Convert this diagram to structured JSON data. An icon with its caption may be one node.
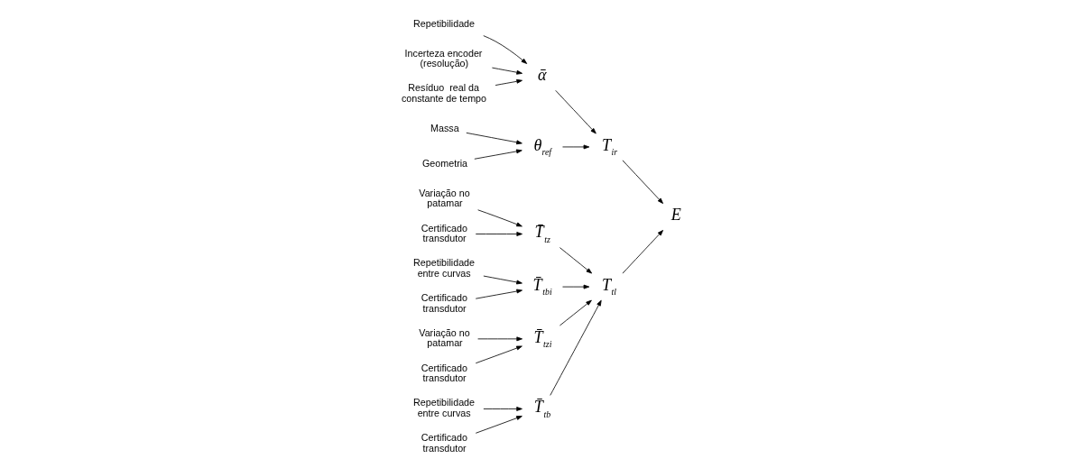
{
  "diagram": {
    "nodes": [
      {
        "text": [
          "T̄$_{tb}$"
        ]
      },
      {
        "text": [
          "Repetibilidade entre curvas"
        ]
      },
      {
        "text": [
          "Certificado transdutor"
        ]
      },
      {
        "text": [
          "T̄$_{tz}$"
        ]
      },
      {
        "text": [
          "Variação no patamar"
        ]
      },
      {
        "text": [
          "Certificado transdutor"
        ]
      },
      {
        "text": [
          "T̄$_{tbi}$"
        ]
      },
      {
        "text": [
          "Repetibilidade entre curvas"
        ]
      },
      {
        "text": [
          "Certificado transdutor"
        ]
      },
      {
        "text": [
          "T̄$_{tzi}$"
        ]
      },
      {
        "text": [
          "Variação no patamar"
        ]
      },
      {
        "text": [
          "Certificado transdutor"
        ]
      },
      {
        "text": [
          "T$_{tl}$"
        ]
      },
      {
        "text": [
          "E"
        ]
      },
      {
        "text": [
          "T$_{ir}$"
        ]
      },
      {
        "text": [
          "ᾱ"
        ]
      },
      {
        "text": [
          "Repetibilidade"
        ]
      },
      {
        "text": [
          "Incerteza encoder (resolução)"
        ]
      },
      {
        "text": [
          "Resíduo  real da constante de tempo"
        ]
      },
      {
        "text": [
          "θ$_{ref}$"
        ]
      },
      {
        "text": [
          "Massa"
        ]
      },
      {
        "text": [
          "Geometria"
        ]
      }
    ],
    "edges": [
      {
        "from": 1,
        "to": 0,
        "arrow": "to"
      },
      {
        "from": 2,
        "to": 0,
        "arrow": "to"
      },
      {
        "from": 0,
        "to": 12,
        "arrow": "to"
      },
      {
        "from": 4,
        "to": 3,
        "arrow": "to"
      },
      {
        "from": 5,
        "to": 3,
        "arrow": "to"
      },
      {
        "from": 3,
        "to": 12,
        "arrow": "to"
      },
      {
        "from": 7,
        "to": 6,
        "arrow": "to"
      },
      {
        "from": 8,
        "to": 6,
        "arrow": "to"
      },
      {
        "from": 6,
        "to": 12,
        "arrow": "to"
      },
      {
        "from": 10,
        "to": 9,
        "arrow": "to"
      },
      {
        "from": 11,
        "to": 9,
        "arrow": "to"
      },
      {
        "from": 9,
        "to": 12,
        "arrow": "to"
      },
      {
        "from": 12,
        "to": 13,
        "arrow": "to"
      },
      {
        "from": 16,
        "to": 15,
        "arrow": "to"
      },
      {
        "from": 17,
        "to": 15,
        "arrow": "to"
      },
      {
        "from": 18,
        "to": 15,
        "arrow": "to"
      },
      {
        "from": 15,
        "to": 14,
        "arrow": "to"
      },
      {
        "from": 20,
        "to": 19,
        "arrow": "to"
      },
      {
        "from": 21,
        "to": 19,
        "arrow": "to"
      },
      {
        "from": 19,
        "to": 14,
        "arrow": "to"
      },
      {
        "from": 14,
        "to": 13,
        "arrow": "to"
      }
    ]
  }
}
